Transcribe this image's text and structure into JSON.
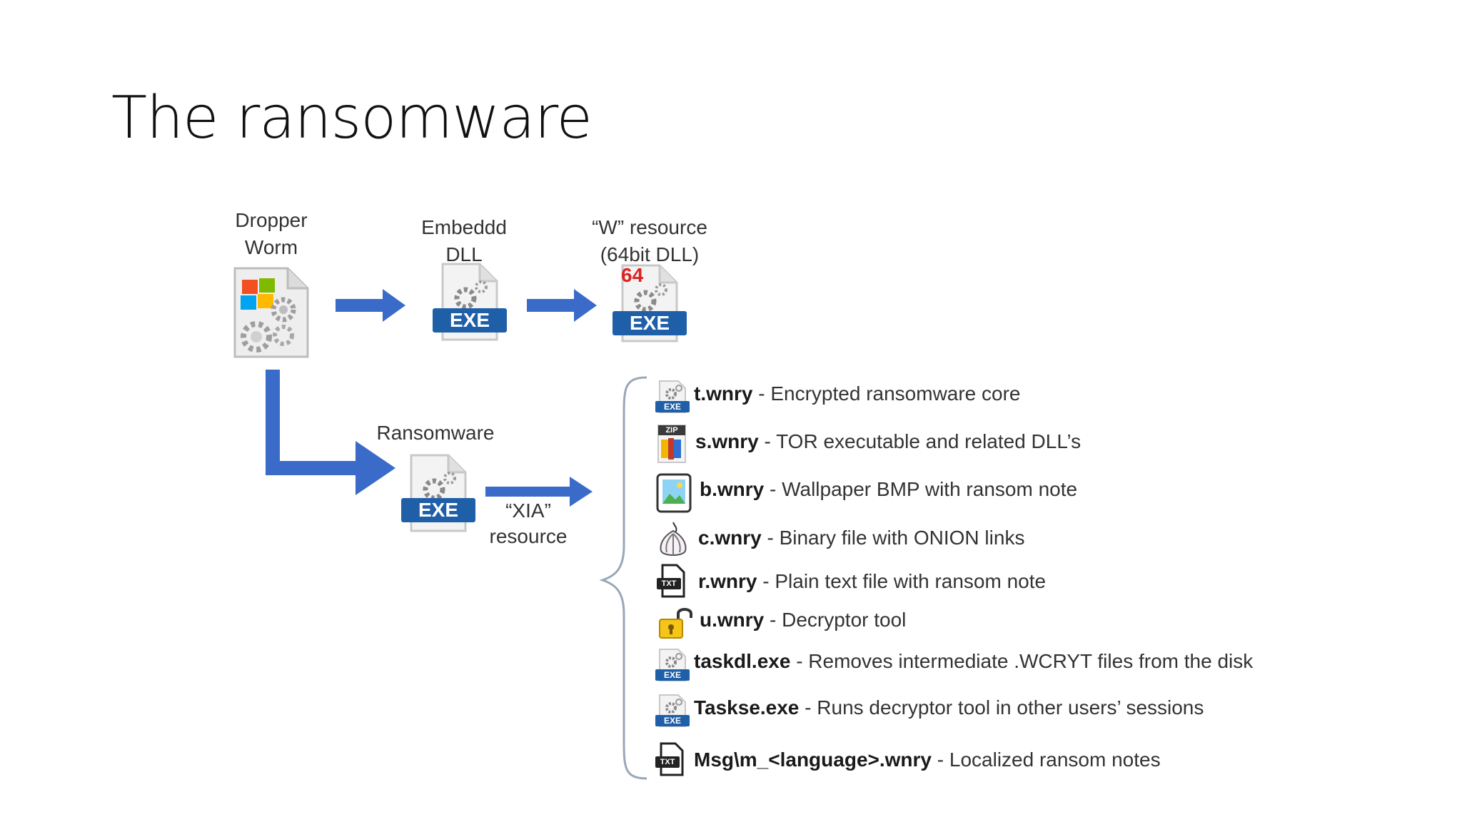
{
  "slide": {
    "title": "The ransomware"
  },
  "diagram": {
    "dropper": {
      "line1": "Dropper",
      "line2": "Worm"
    },
    "dll": {
      "line1": "Embeddd",
      "line2": "DLL",
      "badge": "EXE"
    },
    "w_resource": {
      "line1": "“W” resource",
      "line2": "(64bit DLL)",
      "badge": "EXE",
      "overlay": "64"
    },
    "ransomware": {
      "label": "Ransomware",
      "badge": "EXE"
    },
    "xia": {
      "line1": "“XIA”",
      "line2": "resource"
    },
    "files": [
      {
        "name": "t.wnry",
        "desc": " - Encrypted ransomware core",
        "icon": "exe-gear-icon",
        "badge": "EXE"
      },
      {
        "name": "s.wnry",
        "desc": " - TOR executable and related DLL’s",
        "icon": "zip-archive-icon",
        "badge": "ZIP"
      },
      {
        "name": "b.wnry",
        "desc": " - Wallpaper BMP with ransom note",
        "icon": "image-file-icon"
      },
      {
        "name": "c.wnry",
        "desc": " - Binary file with ONION links",
        "icon": "onion-icon"
      },
      {
        "name": "r.wnry",
        "desc": " - Plain text file with ransom note",
        "icon": "txt-file-icon",
        "badge": "TXT"
      },
      {
        "name": "u.wnry",
        "desc": " - Decryptor tool",
        "icon": "padlock-icon"
      },
      {
        "name": "taskdl.exe",
        "desc": " - Removes intermediate .WCRYT files from the disk",
        "icon": "exe-gear-icon",
        "badge": "EXE"
      },
      {
        "name": "Taskse.exe",
        "desc": " - Runs decryptor tool in other users’ sessions",
        "icon": "exe-gear-icon",
        "badge": "EXE"
      },
      {
        "name": "Msg\\m_<language>.wnry",
        "desc": " - Localized ransom notes",
        "icon": "txt-file-icon",
        "badge": "TXT"
      }
    ]
  },
  "colors": {
    "arrow": "#3b6bc9",
    "badge": "#1f5fa8",
    "overlay": "#e02020"
  }
}
